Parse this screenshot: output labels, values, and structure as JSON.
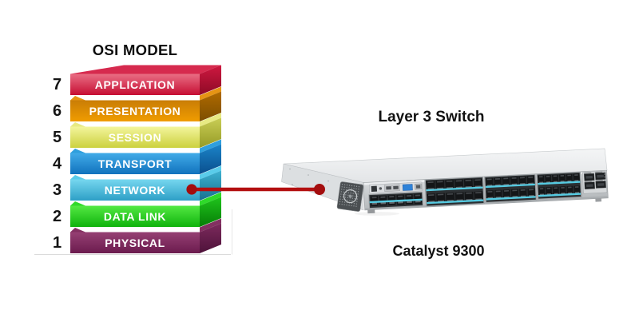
{
  "osi": {
    "title": "OSI MODEL",
    "layers": [
      {
        "number": "7",
        "label": "APPLICATION",
        "front_top": "#e96e84",
        "front_bottom": "#c60e33",
        "side_top": "#ce1840",
        "side_bottom": "#8e0a26",
        "top_face": "#d62a4e"
      },
      {
        "number": "6",
        "label": "PRESENTATION",
        "front_top": "#c97d06",
        "front_bottom": "#f09c00",
        "side_top": "#b06a00",
        "side_bottom": "#7c4e00",
        "top_face": "#e59414"
      },
      {
        "number": "5",
        "label": "SESSION",
        "front_top": "#f3f59c",
        "front_bottom": "#ccd13e",
        "side_top": "#c9cd55",
        "side_bottom": "#969b26",
        "top_face": "#e7ea83"
      },
      {
        "number": "4",
        "label": "TRANSPORT",
        "front_top": "#41abe8",
        "front_bottom": "#1172bd",
        "side_top": "#1b84c8",
        "side_bottom": "#0a4f8e",
        "top_face": "#2f9fdd"
      },
      {
        "number": "3",
        "label": "NETWORK",
        "front_top": "#76d7ef",
        "front_bottom": "#2d9fc6",
        "side_top": "#3fb2d2",
        "side_bottom": "#16708f",
        "top_face": "#5accea"
      },
      {
        "number": "2",
        "label": "DATA LINK",
        "front_top": "#53e943",
        "front_bottom": "#0fb20c",
        "side_top": "#1fc41c",
        "side_bottom": "#067d06",
        "top_face": "#2fd92a"
      },
      {
        "number": "1",
        "label": "PHYSICAL",
        "front_top": "#964073",
        "front_bottom": "#6b1b4e",
        "side_top": "#7c2a5c",
        "side_bottom": "#4e123a",
        "top_face": "#833061"
      }
    ]
  },
  "connector": {
    "line_color": "#b30f10",
    "dot_color": "#a30d0e"
  },
  "switch": {
    "title": "Layer 3 Switch",
    "caption": "Catalyst 9300",
    "chassis_color": "#d9dcde",
    "port_stripe_color": "#55cbe2"
  }
}
